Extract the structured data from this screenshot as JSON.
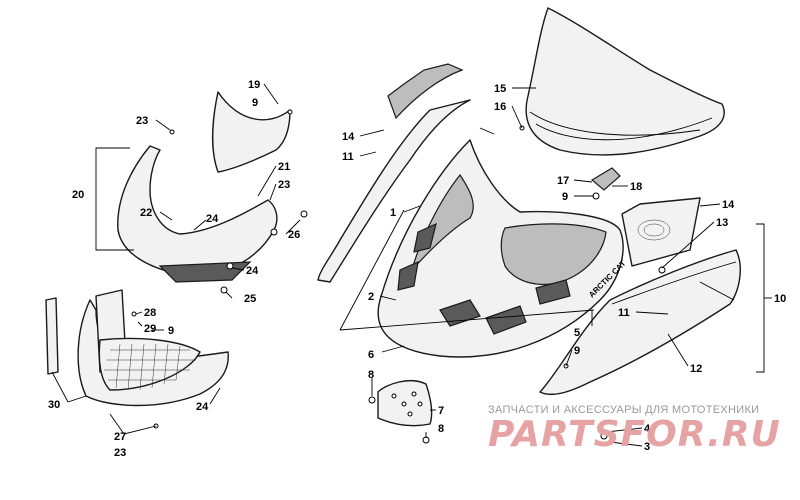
{
  "diagram": {
    "callouts": [
      {
        "id": "c1",
        "label": "1"
      },
      {
        "id": "c2",
        "label": "2"
      },
      {
        "id": "c3",
        "label": "3"
      },
      {
        "id": "c4",
        "label": "4"
      },
      {
        "id": "c5",
        "label": "5"
      },
      {
        "id": "c6",
        "label": "6"
      },
      {
        "id": "c7",
        "label": "7"
      },
      {
        "id": "c8a",
        "label": "8"
      },
      {
        "id": "c8b",
        "label": "8"
      },
      {
        "id": "c9a",
        "label": "9"
      },
      {
        "id": "c9b",
        "label": "9"
      },
      {
        "id": "c9c",
        "label": "9"
      },
      {
        "id": "c9d",
        "label": "9"
      },
      {
        "id": "c10",
        "label": "10"
      },
      {
        "id": "c11a",
        "label": "11"
      },
      {
        "id": "c11b",
        "label": "11"
      },
      {
        "id": "c12",
        "label": "12"
      },
      {
        "id": "c13",
        "label": "13"
      },
      {
        "id": "c14a",
        "label": "14"
      },
      {
        "id": "c14b",
        "label": "14"
      },
      {
        "id": "c15",
        "label": "15"
      },
      {
        "id": "c16",
        "label": "16"
      },
      {
        "id": "c17",
        "label": "17"
      },
      {
        "id": "c18",
        "label": "18"
      },
      {
        "id": "c19",
        "label": "19"
      },
      {
        "id": "c20",
        "label": "20"
      },
      {
        "id": "c21",
        "label": "21"
      },
      {
        "id": "c22",
        "label": "22"
      },
      {
        "id": "c23a",
        "label": "23"
      },
      {
        "id": "c23b",
        "label": "23"
      },
      {
        "id": "c23c",
        "label": "23"
      },
      {
        "id": "c24a",
        "label": "24"
      },
      {
        "id": "c24b",
        "label": "24"
      },
      {
        "id": "c24c",
        "label": "24"
      },
      {
        "id": "c25",
        "label": "25"
      },
      {
        "id": "c26",
        "label": "26"
      },
      {
        "id": "c27",
        "label": "27"
      },
      {
        "id": "c28",
        "label": "28"
      },
      {
        "id": "c29",
        "label": "29"
      },
      {
        "id": "c30",
        "label": "30"
      }
    ],
    "hood_decal": "ARCTIC CAT"
  },
  "watermark": {
    "tagline": "ЗАПЧАСТИ И АКСЕССУАРЫ ДЛЯ МОТОТЕХНИКИ",
    "logo": "PARTSFOR.RU"
  },
  "colors": {
    "line": "#1a1a1a",
    "watermark_red": "#e7a3a3",
    "watermark_gray": "#9a9a9a"
  }
}
